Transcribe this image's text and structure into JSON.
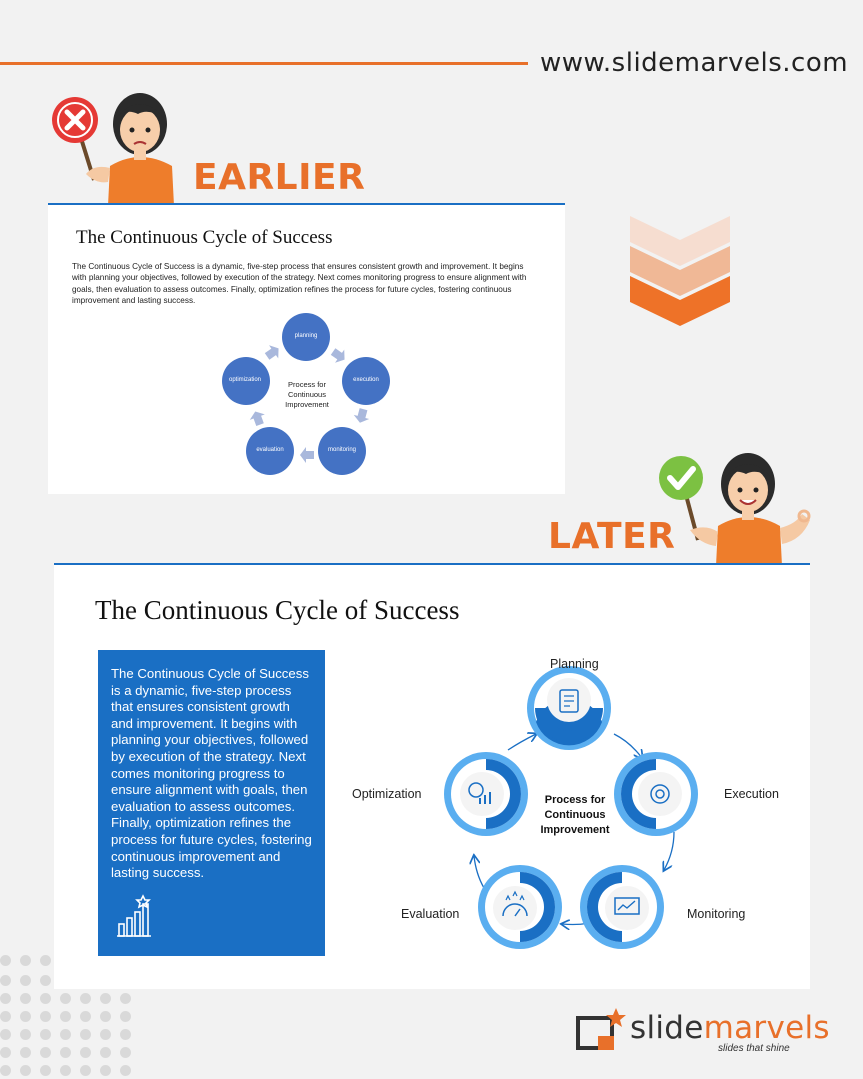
{
  "site_url": "www.slidemarvels.com",
  "earlier": {
    "label": "EARLIER",
    "title": "The Continuous Cycle of Success",
    "body": "The Continuous Cycle of Success is a dynamic, five-step process that ensures consistent growth and improvement. It begins with planning your objectives, followed by execution of the strategy. Next comes monitoring progress to ensure alignment with goals, then evaluation to assess outcomes. Finally, optimization refines the process for future cycles, fostering continuous improvement and lasting success.",
    "center": "Process for Continuous Improvement",
    "center_lines": [
      "Process for",
      "Continuous",
      "Improvement"
    ],
    "steps": [
      "planning",
      "execution",
      "monitoring",
      "evaluation",
      "optimization"
    ]
  },
  "later": {
    "label": "LATER",
    "title": "The Continuous Cycle of Success",
    "body": "The Continuous Cycle of Success is a dynamic, five-step process that ensures consistent growth and improvement. It begins with planning your objectives, followed by execution of the strategy. Next comes monitoring progress to ensure alignment with goals, then evaluation to assess outcomes. Finally, optimization refines the process for future cycles, fostering continuous improvement and lasting success.",
    "center_lines": [
      "Process for",
      "Continuous",
      "Improvement"
    ],
    "steps": [
      "Planning",
      "Execution",
      "Monitoring",
      "Evaluation",
      "Optimization"
    ]
  },
  "brand": {
    "name_part1": "slide",
    "name_part2": "marvels",
    "tagline": "slides that shine"
  },
  "colors": {
    "orange": "#e8702a",
    "blue": "#1a6fc4",
    "light_blue": "#5aaef0",
    "earlier_circle": "#4472c4"
  }
}
